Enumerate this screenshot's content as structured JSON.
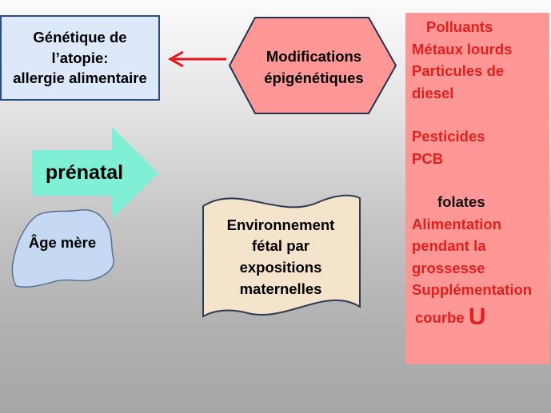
{
  "genetics_box": {
    "line1": "Génétique de",
    "line2": "l’atopie:",
    "line3": "allergie alimentaire"
  },
  "epigenetic_box": {
    "line1": "Modifications",
    "line2": "épigénétiques"
  },
  "prenatal_arrow": {
    "label": "prénatal"
  },
  "maternal_age": {
    "label": "Âge mère"
  },
  "fetal_environment": {
    "line1": "Environnement",
    "line2": "fétal par",
    "line3": "expositions",
    "line4": "maternelles"
  },
  "factors": {
    "l1": "Polluants",
    "l2": "Métaux lourds",
    "l3": "Particules de",
    "l4": "diesel",
    "l5": "Pesticides",
    "l6": "PCB",
    "l7": "folates",
    "l8": "Alimentation",
    "l9": "pendant la",
    "l10": "grossesse",
    "l11": "Supplémentation",
    "l12_text": "courbe",
    "l12_big": "U"
  },
  "colors": {
    "factors_red": "#e0211d",
    "panel_pink": "#ff9797",
    "hexagon_fill": "#ff9797",
    "genetics_fill": "#dde8fb",
    "arrow_teal": "#7ff0d6",
    "blob_blue": "#c6d9f2",
    "scroll_fill": "#f4e4cc"
  }
}
